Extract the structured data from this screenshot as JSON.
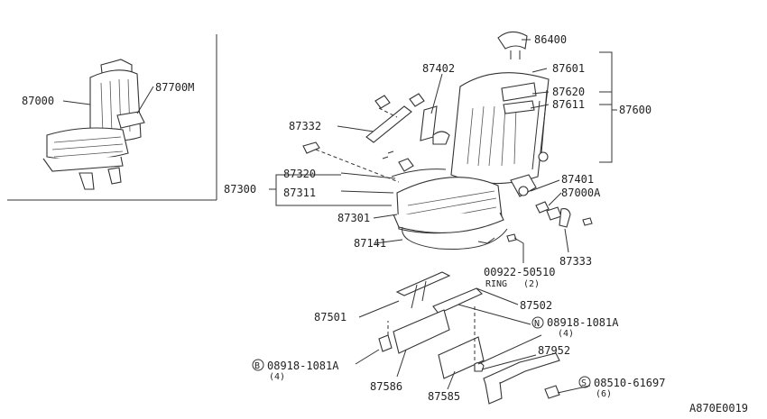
{
  "diagram_id": "A870E0019",
  "inset_labels": {
    "seat": "87000",
    "seat_m": "87700M"
  },
  "labels": {
    "p86400": "86400",
    "p87402": "87402",
    "p87601": "87601",
    "p87620": "87620",
    "p87611": "87611",
    "p87600": "87600",
    "p87332": "87332",
    "p87320": "87320",
    "p87300": "87300",
    "p87311": "87311",
    "p87401": "87401",
    "p87000a": "87000A",
    "p87301": "87301",
    "p87141": "87141",
    "p87333": "87333",
    "p00922": "00922-50510",
    "ring": "RING",
    "ring_qty": "(2)",
    "p87501": "87501",
    "p87502": "87502",
    "n_code": "08918-1081A",
    "n_qty": "(4)",
    "b_code": "08918-1081A",
    "b_qty": "(4)",
    "p87952": "87952",
    "s_code": "08510-61697",
    "s_qty": "(6)",
    "p87586": "87586",
    "p87585": "87585"
  },
  "badges": {
    "n": "N",
    "b": "B",
    "s": "S"
  }
}
